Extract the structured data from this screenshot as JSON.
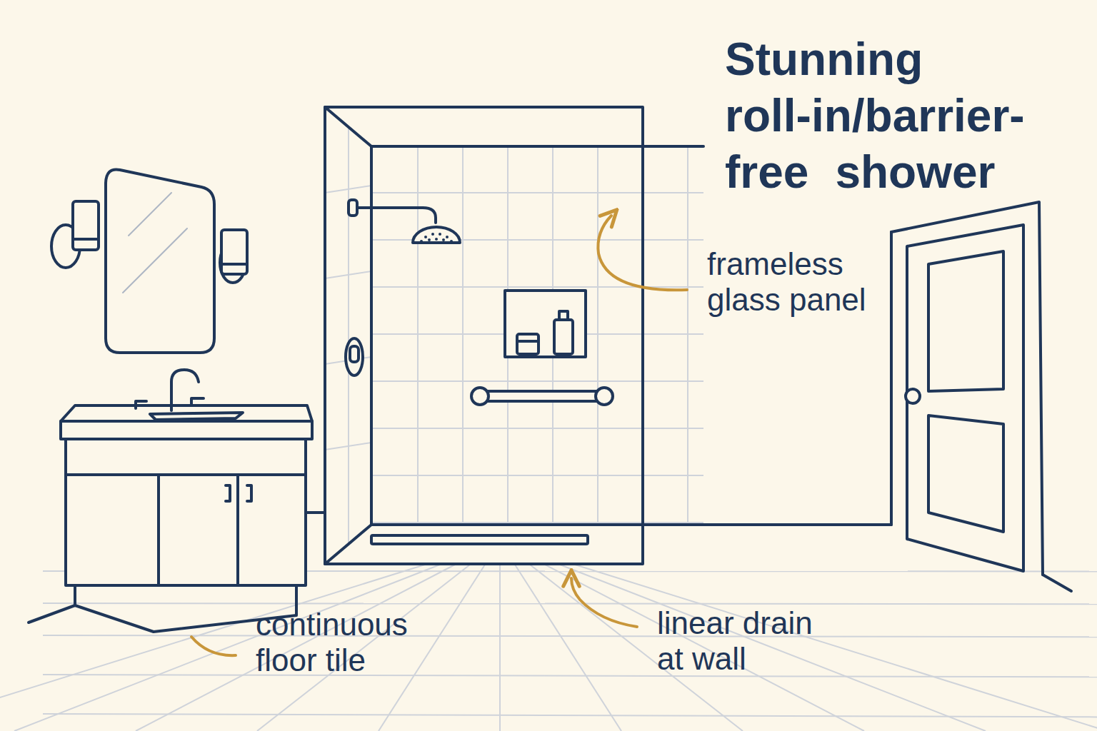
{
  "diagram": {
    "title": "Stunning roll-in/barrier-free shower",
    "labels": [
      "frameless glass panel",
      "linear drain at wall",
      "continuous floor tile"
    ]
  }
}
